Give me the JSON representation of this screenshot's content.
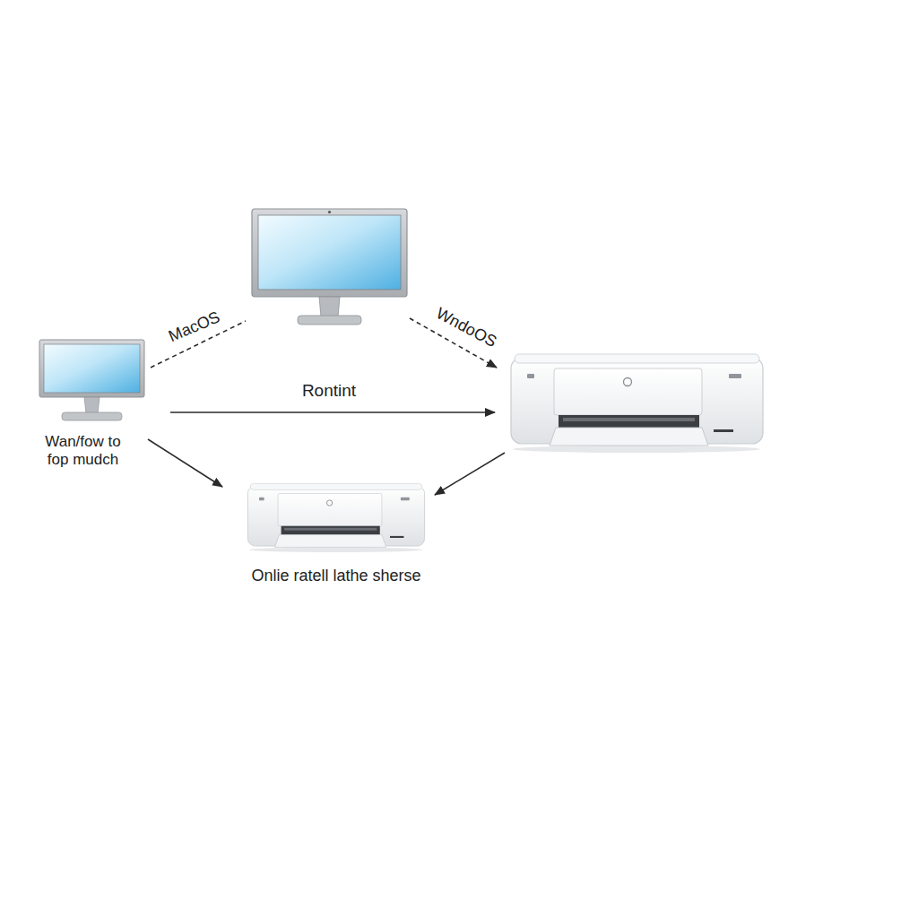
{
  "diagram": {
    "nodes": [
      {
        "text": []
      },
      {
        "text": [
          "Wan/fow to fop mudch"
        ]
      },
      {
        "text": []
      },
      {
        "text": [
          "Onlie ratell lathe sherse"
        ]
      }
    ],
    "edges": [
      {
        "from": 1,
        "to": 0,
        "arrow": "none",
        "label": "MacOS"
      },
      {
        "from": 0,
        "to": 2,
        "arrow": "to",
        "label": "WndoOS"
      },
      {
        "from": 1,
        "to": 2,
        "arrow": "to",
        "label": "Rontint"
      },
      {
        "from": 1,
        "to": 3,
        "arrow": "to"
      },
      {
        "from": 2,
        "to": 3,
        "arrow": "to"
      }
    ]
  }
}
